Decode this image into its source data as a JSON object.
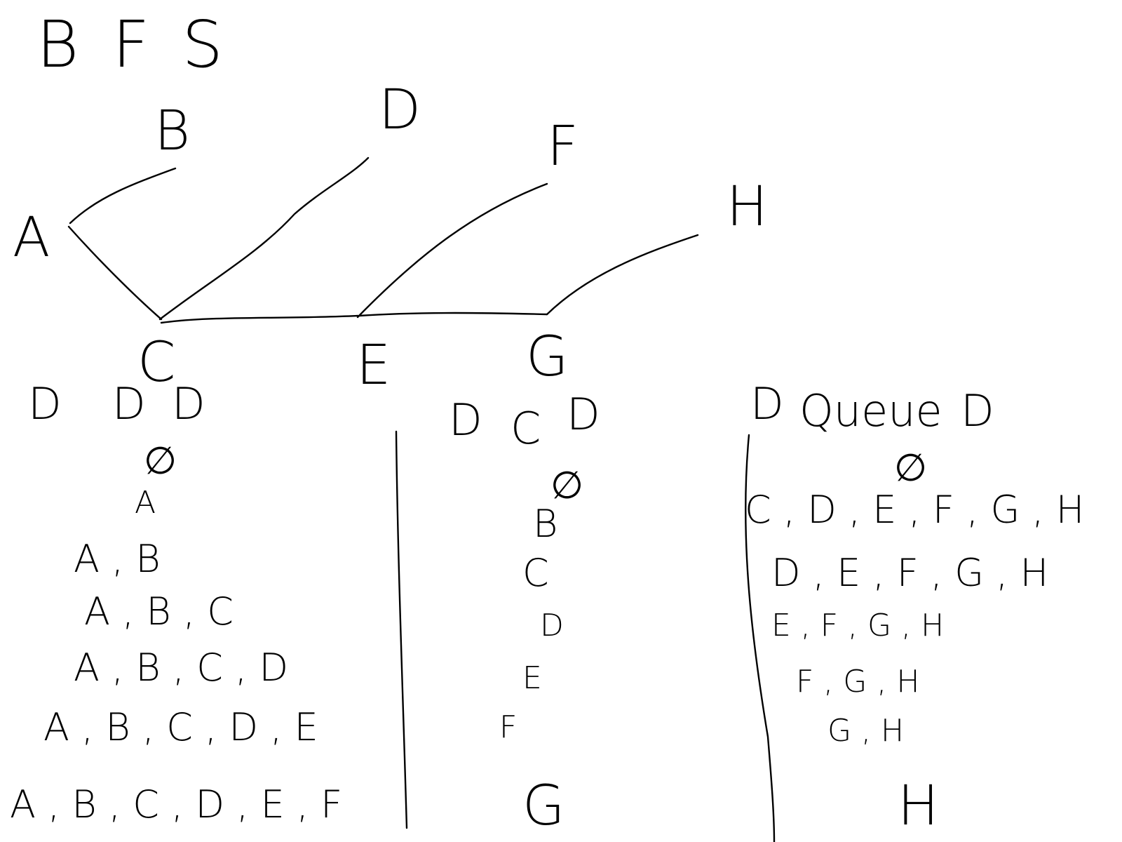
{
  "title": "BFS",
  "graph": {
    "nodes": [
      {
        "id": "A",
        "label": "A"
      },
      {
        "id": "B",
        "label": "B"
      },
      {
        "id": "C",
        "label": "C"
      },
      {
        "id": "D",
        "label": "D"
      },
      {
        "id": "E",
        "label": "E"
      },
      {
        "id": "F",
        "label": "F"
      },
      {
        "id": "G",
        "label": "G"
      },
      {
        "id": "H",
        "label": "H"
      }
    ],
    "edges": [
      [
        "A",
        "B"
      ],
      [
        "A",
        "C"
      ],
      [
        "C",
        "D"
      ],
      [
        "C",
        "E"
      ],
      [
        "E",
        "F"
      ],
      [
        "E",
        "G"
      ],
      [
        "G",
        "H"
      ]
    ]
  },
  "columns": {
    "left": {
      "header": [
        "D",
        "D",
        "D"
      ],
      "rows": [
        "∅",
        "A",
        "A , B",
        "A , B , C",
        "A , B , C , D",
        "A , B , C , D , E",
        "A , B , C , D , E , F"
      ]
    },
    "middle": {
      "header": [
        "D",
        "C",
        "D"
      ],
      "rows": [
        "∅",
        "B",
        "C",
        "D",
        "E",
        "F",
        "G"
      ]
    },
    "right": {
      "header_left": "D",
      "header_mid": "Queue",
      "header_right": "D",
      "rows": [
        "∅",
        "C , D , E , F , G , H",
        "D , E , F , G , H",
        "E , F , G , H",
        "F , G , H",
        "G , H",
        "H"
      ]
    }
  }
}
